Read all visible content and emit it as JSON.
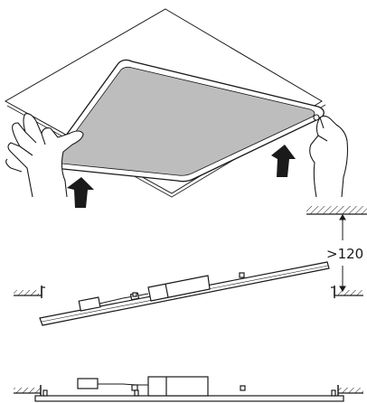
{
  "figure": {
    "clearance_label": ">120",
    "colors": {
      "ink": "#1a1a1a",
      "panel_fill": "#bdbdbd",
      "paper": "#ffffff",
      "ceiling_hatch": "#1a1a1a"
    },
    "steps": [
      {
        "id": "insert-panel",
        "icons": [
          "hand-left-icon",
          "hand-right-icon",
          "arrow-up-icon",
          "arrow-up-icon"
        ]
      },
      {
        "id": "tilted-panel-clearance"
      },
      {
        "id": "panel-seated"
      }
    ]
  }
}
